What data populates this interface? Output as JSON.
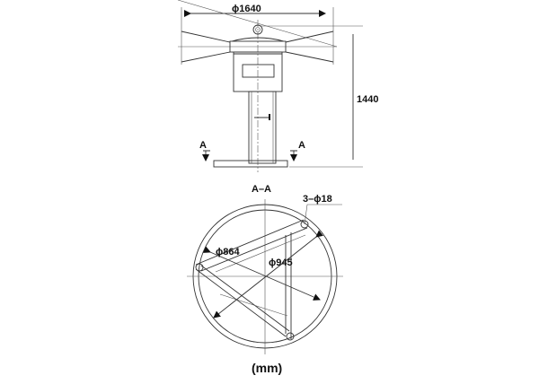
{
  "elevation": {
    "width_dim": "ϕ1640",
    "height_dim": "1440",
    "section_mark_left": "A",
    "section_mark_right": "A"
  },
  "section": {
    "title": "A–A",
    "bolt_holes": "3–ϕ18",
    "inner_dim": "ϕ864",
    "outer_dim": "ϕ945"
  },
  "units": "(mm)",
  "colors": {
    "line": "#333333",
    "text": "#111111"
  }
}
